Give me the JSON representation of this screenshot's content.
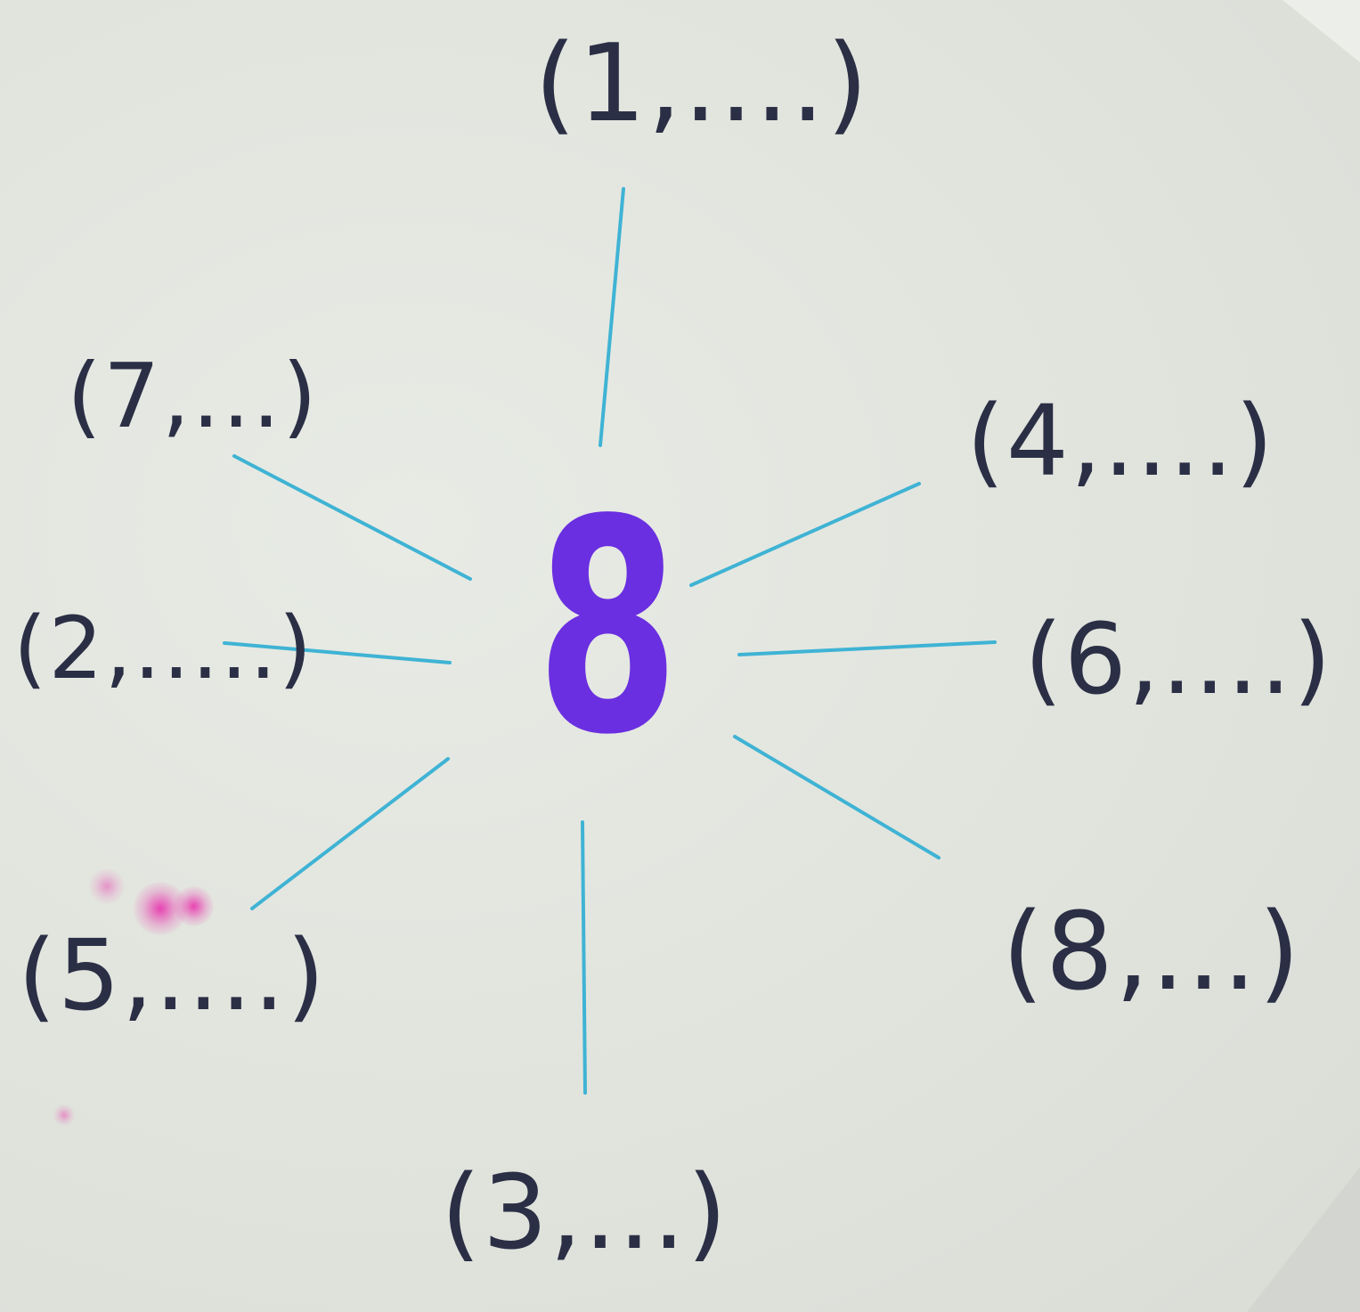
{
  "center": {
    "value": "8"
  },
  "labels": {
    "n1": "(1,....)",
    "n7": "(7,...)",
    "n4": "(4,....)",
    "n2": "(2,.....)",
    "n6": "(6,....)",
    "n5": "(5,....)",
    "n8": "(8,...)",
    "n3": "(3,...)"
  },
  "colors": {
    "spoke": "#3fb3d4",
    "center": "#6a2fe0",
    "label": "#2b2f45",
    "paper": "#e2e5df",
    "smudge": "#e828aa"
  }
}
